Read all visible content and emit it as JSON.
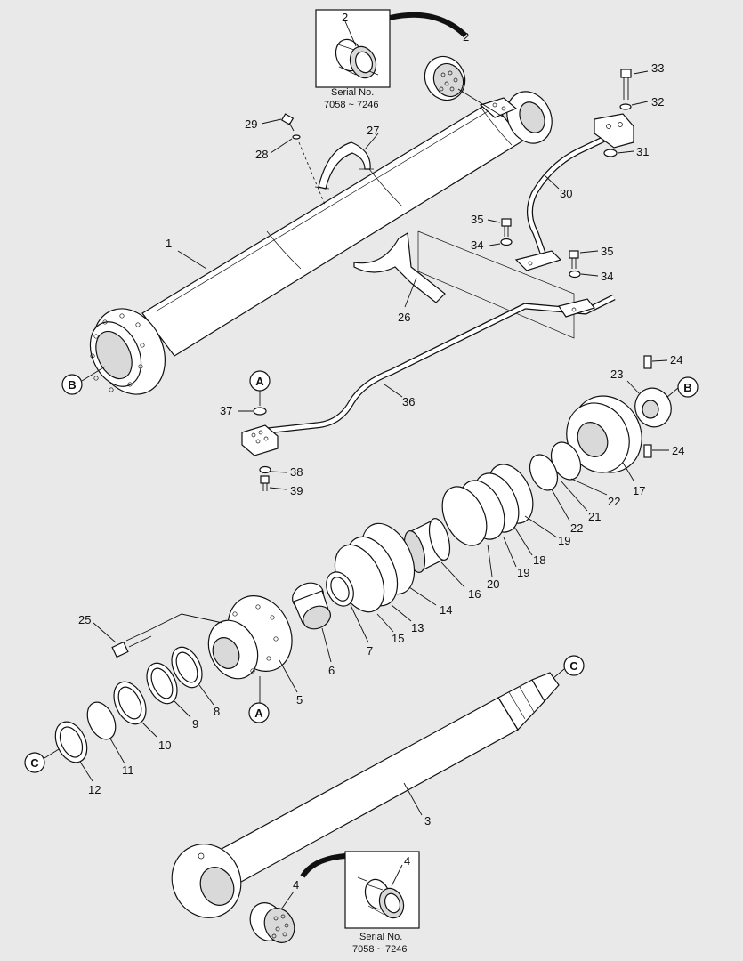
{
  "callouts": {
    "n1": "1",
    "n2a": "2",
    "n2b": "2",
    "n3": "3",
    "n4a": "4",
    "n4b": "4",
    "n5": "5",
    "n6": "6",
    "n7": "7",
    "n8": "8",
    "n9": "9",
    "n10": "10",
    "n11": "11",
    "n12": "12",
    "n13": "13",
    "n14": "14",
    "n15": "15",
    "n16": "16",
    "n17": "17",
    "n18": "18",
    "n19a": "19",
    "n19b": "19",
    "n20": "20",
    "n21": "21",
    "n22a": "22",
    "n22b": "22",
    "n23": "23",
    "n24a": "24",
    "n24b": "24",
    "n25": "25",
    "n26": "26",
    "n27": "27",
    "n28": "28",
    "n29": "29",
    "n30": "30",
    "n31": "31",
    "n32": "32",
    "n33": "33",
    "n34a": "34",
    "n34b": "34",
    "n35a": "35",
    "n35b": "35",
    "n36": "36",
    "n37": "37",
    "n38": "38",
    "n39": "39"
  },
  "refs": {
    "B_top": "B",
    "B_right": "B",
    "A_top": "A",
    "A_bottom": "A",
    "C_right": "C",
    "C_left": "C"
  },
  "insets": {
    "top": {
      "line1": "Serial No.",
      "line2": "7058 ~ 7246"
    },
    "bottom": {
      "line1": "Serial No.",
      "line2": "7058 ~ 7246"
    }
  }
}
